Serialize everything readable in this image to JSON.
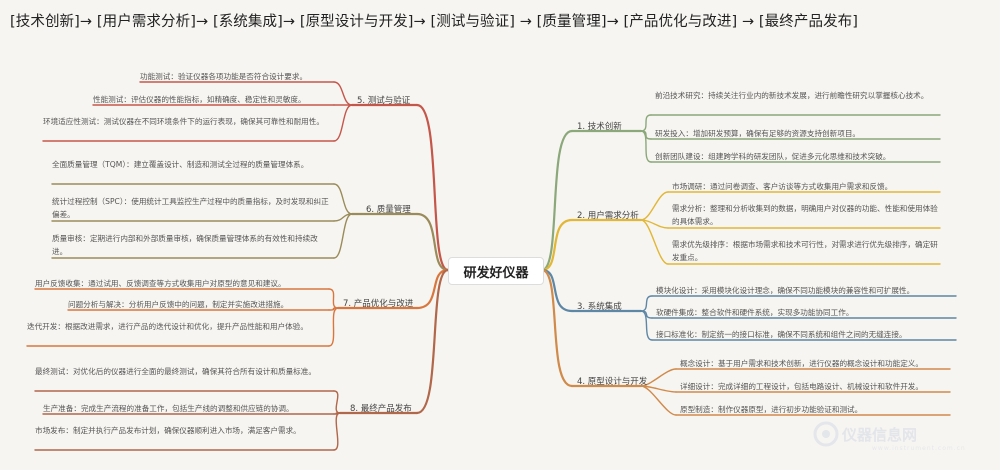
{
  "title": "[技术创新]→ [用户需求分析]→ [系统集成]→ [原型设计与开发]→ [测试与验证] → [质量管理]→ [产品优化与改进] → [最终产品发布]",
  "center": "研发好仪器",
  "branches": [
    {
      "label": "1. 技术创新",
      "color": "#8aa87a",
      "leaves": [
        "前沿技术研究：持续关注行业内的新技术发展，进行前瞻性研究以掌握核心技术。",
        "研发投入：增加研发预算，确保有足够的资源支持创新项目。",
        "创新团队建设：组建跨学科的研发团队，促进多元化思维和技术突破。"
      ]
    },
    {
      "label": "2. 用户需求分析",
      "color": "#e2b736",
      "leaves": [
        "市场调研：通过问卷调查、客户访谈等方式收集用户需求和反馈。",
        "需求分析：整理和分析收集到的数据，明确用户对仪器的功能、性能和使用体验的具体需求。",
        "需求优先级排序：根据市场需求和技术可行性，对需求进行优先级排序，确定研发重点。"
      ]
    },
    {
      "label": "3. 系统集成",
      "color": "#5d87a6",
      "leaves": [
        "模块化设计：采用模块化设计理念，确保不同功能模块的兼容性和可扩展性。",
        "软硬件集成：整合软件和硬件系统，实现多功能协同工作。",
        "接口标准化：制定统一的接口标准，确保不同系统和组件之间的无缝连接。"
      ]
    },
    {
      "label": "4. 原型设计与开发",
      "color": "#d08a4a",
      "leaves": [
        "概念设计：基于用户需求和技术创新，进行仪器的概念设计和功能定义。",
        "详细设计：完成详细的工程设计，包括电路设计、机械设计和软件开发。",
        "原型制造：制作仪器原型，进行初步功能验证和测试。"
      ]
    },
    {
      "label": "5. 测试与验证",
      "color": "#c5564a",
      "leaves": [
        "功能测试：验证仪器各项功能是否符合设计要求。",
        "性能测试：评估仪器的性能指标，如精确度、稳定性和灵敏度。",
        "环境适应性测试：测试仪器在不同环境条件下的运行表现，确保其可靠性和耐用性。"
      ]
    },
    {
      "label": "6. 质量管理",
      "color": "#9a8c5a",
      "leaves": [
        "全面质量管理（TQM）：建立覆盖设计、制造和测试全过程的质量管理体系。",
        "统计过程控制（SPC）：使用统计工具监控生产过程中的质量指标，及时发现和纠正偏差。",
        "质量审核：定期进行内部和外部质量审核，确保质量管理体系的有效性和持续改进。"
      ]
    },
    {
      "label": "7. 产品优化与改进",
      "color": "#d9763e",
      "leaves": [
        "用户反馈收集：通过试用、反馈调查等方式收集用户对原型的意见和建议。",
        "问题分析与解决：分析用户反馈中的问题，制定并实施改进措施。",
        "迭代开发：根据改进需求，进行产品的迭代设计和优化，提升产品性能和用户体验。"
      ]
    },
    {
      "label": "8. 最终产品发布",
      "color": "#b0674a",
      "leaves": [
        "最终测试：对优化后的仪器进行全面的最终测试，确保其符合所有设计和质量标准。",
        "生产准备：完成生产流程的准备工作，包括生产线的调整和供应链的协调。",
        "市场发布：制定并执行产品发布计划，确保仪器顺利进入市场，满足客户需求。"
      ]
    }
  ],
  "watermark": {
    "text": "仪器信息网",
    "sub": "www.instrument.com.cn"
  }
}
